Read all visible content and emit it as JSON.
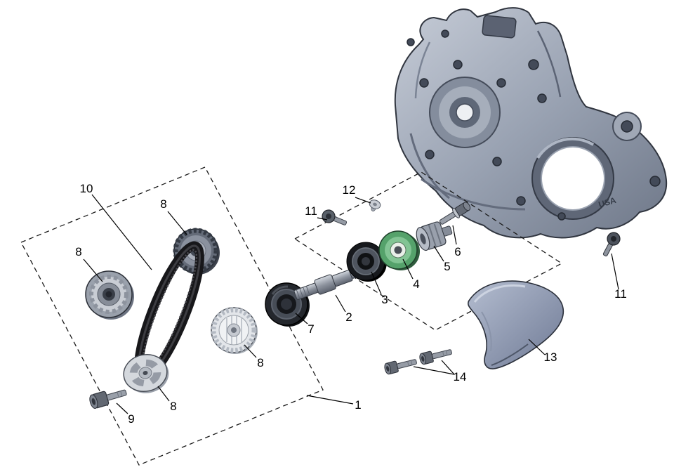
{
  "diagram": {
    "type": "exploded-parts-diagram",
    "case_text": "USA",
    "colors": {
      "background": "#ffffff",
      "case_gray": "#9aa3b2",
      "seal_green": "#55a26b",
      "seal_green_light": "#82c494",
      "belt_black": "#17171a",
      "cover_blue_gray": "#8e98ae",
      "label_color": "#000000"
    },
    "labels": [
      {
        "text": "10"
      },
      {
        "text": "8"
      },
      {
        "text": "8"
      },
      {
        "text": "12"
      },
      {
        "text": "11"
      },
      {
        "text": "6"
      },
      {
        "text": "5"
      },
      {
        "text": "4"
      },
      {
        "text": "3"
      },
      {
        "text": "2"
      },
      {
        "text": "7"
      },
      {
        "text": "8"
      },
      {
        "text": "8"
      },
      {
        "text": "9"
      },
      {
        "text": "1"
      },
      {
        "text": "13"
      },
      {
        "text": "14"
      },
      {
        "text": "11"
      }
    ]
  }
}
